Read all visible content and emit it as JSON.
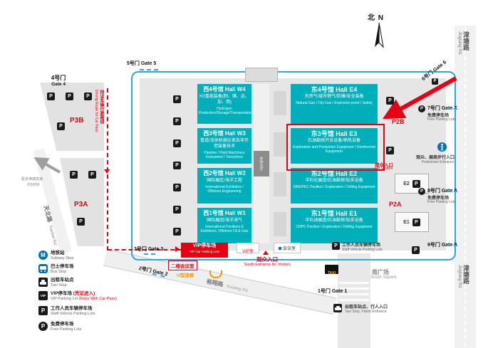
{
  "compass": {
    "label": "北 N"
  },
  "icons": {
    "parking_letter": "P",
    "metro_letter": "M",
    "vip_letters": "VIP",
    "taxi_letters": "TAXI"
  },
  "roads": {
    "jingtang": {
      "cn": "津塘路",
      "en": "Jingtang Rd."
    },
    "tianbei": {
      "cn": "天北路",
      "en": "Tianbei Rd."
    },
    "yuxiang": {
      "cn": "裕翔路",
      "en": "Yuxiang Rd."
    }
  },
  "gates": {
    "g1": "1号门 Gate 1",
    "g2": "2号门 Gate 2",
    "g3": "3号门 Gate 3",
    "g4_cn": "4号门",
    "g4_en": "Gate 4",
    "g5": "5号门 Gate 5",
    "g6": "6号门 Gate 6",
    "g7": "7号门 Gate 7",
    "g8": "8号门 Gate 8",
    "g9": "9号门 Gate 9"
  },
  "halls": {
    "west": [
      {
        "name": "西4号馆 Hall W4",
        "desc_cn": "H2氢能装备(制、储、运、加、用)",
        "desc_en": "Hydrogen Production/Storage/Transportation/Refueling/Utilization"
      },
      {
        "name": "西3号馆 Hall W3",
        "desc_cn": "管道/流体机械仪表及非开挖装备技术",
        "desc_en": "Pipeline / Fluid Machinery Instrument / Trenchless"
      },
      {
        "name": "西2号馆 Hall W2",
        "desc_cn": "国际展区/海洋工程",
        "desc_en": "International Exhibitors / Offshore Engineering"
      },
      {
        "name": "西1号馆 Hall W1",
        "desc_cn": "国际展团/海洋油气",
        "desc_en": "International Pavilions & Exhibitors; Offshore Oil & Gas"
      }
    ],
    "east": [
      {
        "name": "东4号馆 Hall E4",
        "desc_cn": "天然气/城市燃气/防爆/安全装备",
        "desc_en": "Natural Gas / City Gas / Explosion-proof / Safety"
      },
      {
        "name": "东3号馆 Hall E3",
        "desc_cn": "石油勘探开采设备/地热设备",
        "desc_en": "Exploration and Production Equipment / Geothermal Equipment",
        "highlighted": true
      },
      {
        "name": "东2号馆 Hall E2",
        "desc_cn": "中石化展团/石油勘探/钻采设备",
        "desc_en": "SINOPEC Pavilion / Exploration / Drilling Equipment"
      },
      {
        "name": "东1号馆 Hall E1",
        "desc_cn": "中石油展团/石油勘探/钻采设备",
        "desc_en": "CNPC Pavilion / Exploration / Drilling Equipment"
      }
    ]
  },
  "zones": {
    "p3b": "P3B",
    "p3a": "P3A",
    "p2b": "P2B",
    "p2a": "P2A",
    "e2": "E2",
    "e1": "E1"
  },
  "labels": {
    "free_parking_cn": "免费停车场",
    "free_parking_en": "Free Parking Lots",
    "pedestrian_cn": "观众、展商步行入口",
    "pedestrian_en": "Pedestrian Entrance",
    "east_entrance_cn": "观众入口",
    "east_entrance_en": "For Visitors",
    "route_cn": "持证车辆行驶路线",
    "route_en": "Driving Route for Car Pass",
    "expressway_note_1": "距京津塘高速",
    "expressway_note_2": "约500M",
    "vip_badge_cn": "VIP停车场",
    "vip_badge_en": "VIP Car Parking Lots",
    "second_floor": "二楼会议室",
    "u_corridor": "U型连廊",
    "vip_room": "VIP室",
    "meeting_room": "会议室",
    "south_entrance_cn": "观众入口",
    "south_entrance_en": "South Entrance for Visitors",
    "south_square_cn": "南广场",
    "south_square_en": "South Square",
    "staff_parking_cn": "工作人员车辆停车场",
    "staff_parking_en": "Staff Vehicle Parking Lots",
    "taxi_entrance_cn": "出租车站点、行人入口",
    "taxi_entrance_en": "Taxi Stop, Visitor Entrance",
    "central_hall": "中央大厅"
  },
  "legend": [
    {
      "icon": "subway-icon",
      "cn": "地铁站",
      "en": "Subway Stop"
    },
    {
      "icon": "bus-icon",
      "cn": "巴士停车场",
      "en": "Bus Stop"
    },
    {
      "icon": "taxi-icon",
      "cn": "出租车站点",
      "en": "Taxi Stop"
    },
    {
      "icon": "vip-parking-icon",
      "cn": "VIP停车场",
      "en": "VIP Parking Lot",
      "note_cn": "(凭证进入)",
      "note_en": "(Entry With Car Pass)"
    },
    {
      "icon": "staff-parking-icon",
      "cn": "工作人员车辆停车场",
      "en": "Staff Vehicle Parking Lots"
    },
    {
      "icon": "free-parking-icon",
      "cn": "免费停车场",
      "en": "Free Parking Lots"
    }
  ],
  "colors": {
    "hall_teal": "#00AFB9",
    "highlight_red": "#E60012",
    "boundary_blue": "#2EA7E0",
    "accent_orange": "#F39800",
    "metro_blue": "#0072BC"
  }
}
